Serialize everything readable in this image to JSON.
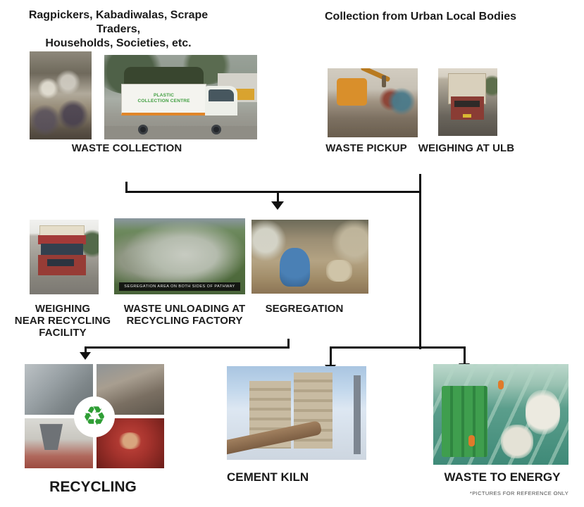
{
  "header_left": {
    "line1": "Ragpickers, Kabadiwalas, Scrape Traders,",
    "line2": "Households, Societies, etc."
  },
  "header_right": {
    "title": "Collection from Urban Local Bodies"
  },
  "labels": {
    "waste_collection": "WASTE COLLECTION",
    "waste_pickup": "WASTE PICKUP",
    "weighing_at_ulb": "WEIGHING AT ULB",
    "weighing_near_recycling": [
      "WEIGHING",
      "NEAR RECYCLING",
      "FACILITY"
    ],
    "waste_unloading": [
      "WASTE UNLOADING AT",
      "RECYCLING FACTORY"
    ],
    "segregation": "SEGREGATION",
    "recycling": "RECYCLING",
    "cement_kiln": "CEMENT KILN",
    "waste_to_energy": "WASTE TO ENERGY"
  },
  "photo_captions": {
    "plastic_collection_banner_line1": "PLASTIC",
    "plastic_collection_banner_line2": "COLLECTION CENTRE",
    "segregation_area": "SEGREGATION AREA ON BOTH SIDES OF PATHWAY"
  },
  "footnote": "*PICTURES FOR REFERENCE ONLY",
  "icons": {
    "recycle": "♻"
  },
  "colors": {
    "recycle_green": "#2f9e35",
    "banner_green": "#3f9e3f",
    "connector_black": "#111111",
    "text_dark": "#1d1d1d"
  }
}
